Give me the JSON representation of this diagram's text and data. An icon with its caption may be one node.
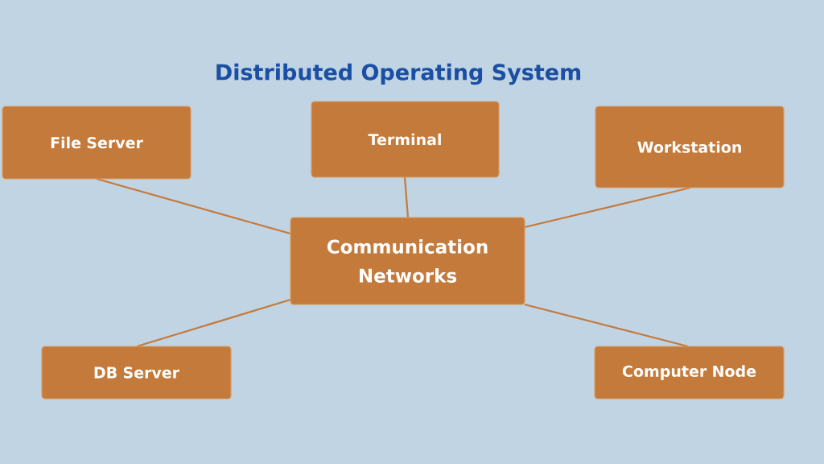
{
  "diagram": {
    "title": "Distributed Operating System",
    "nodes": [
      {
        "text": [
          "File Server"
        ]
      },
      {
        "text": [
          "Terminal"
        ]
      },
      {
        "text": [
          "Workstation"
        ]
      },
      {
        "text": [
          "Communication Networks"
        ]
      },
      {
        "text": [
          "DB Server"
        ]
      },
      {
        "text": [
          "Computer Node"
        ]
      }
    ],
    "edges": [
      {
        "from": 3,
        "to": 0,
        "arrow": "none"
      },
      {
        "from": 3,
        "to": 1,
        "arrow": "none"
      },
      {
        "from": 3,
        "to": 2,
        "arrow": "none"
      },
      {
        "from": 3,
        "to": 4,
        "arrow": "none"
      },
      {
        "from": 3,
        "to": 5,
        "arrow": "none"
      }
    ]
  }
}
